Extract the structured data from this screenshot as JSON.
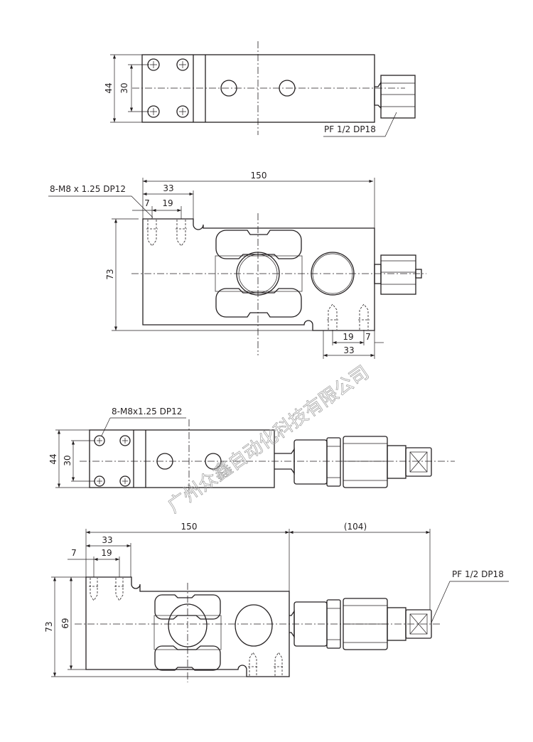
{
  "view1": {
    "dim_width": "44",
    "dim_hole_spacing": "30",
    "port_label": "PF 1/2  DP18"
  },
  "view2": {
    "dim_length": "150",
    "dim_33": "33",
    "dim_7": "7",
    "dim_19": "19",
    "thread_label": "8-M8 x 1.25 DP12",
    "dim_height": "73",
    "dim_bottom_19": "19",
    "dim_bottom_7": "7",
    "dim_bottom_33": "33"
  },
  "view3": {
    "thread_label": "8-M8x1.25 DP12",
    "dim_width": "44",
    "dim_hole_spacing": "30"
  },
  "view4": {
    "dim_length": "150",
    "dim_connector": "(104)",
    "dim_33": "33",
    "dim_7": "7",
    "dim_19": "19",
    "dim_height": "73",
    "dim_inner_height": "69",
    "port_label": "PF 1/2 DP18"
  },
  "watermark": "广州众鑫自动化科技有限公司"
}
